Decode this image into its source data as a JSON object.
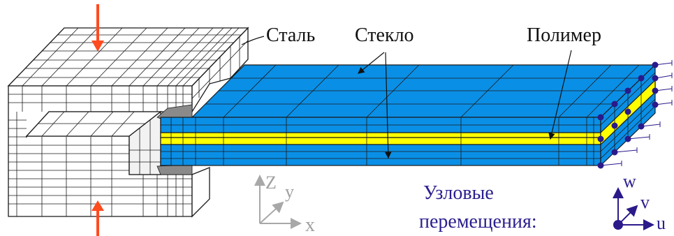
{
  "labels": {
    "steel": "Сталь",
    "glass": "Стекло",
    "polymer": "Полимер",
    "nodal_title_line1": "Узловые",
    "nodal_title_line2": "перемещения:"
  },
  "global_axes": {
    "z": "Z",
    "y": "y",
    "x": "x"
  },
  "nodal_axes": {
    "w": "w",
    "v": "v",
    "u": "u"
  },
  "colors": {
    "glass": "#0a8fe6",
    "polymer": "#ffff00",
    "steel": "#ffffff",
    "mesh": "#1a1a1a",
    "load_arrow": "#ff4b1f",
    "nodes": "#2a1a8a",
    "nodal_text": "#2b1f8f",
    "axes": "#b0b0b0"
  },
  "icons": [
    "load-arrow-icon",
    "node-marker-icon",
    "axis-arrow-icon"
  ]
}
